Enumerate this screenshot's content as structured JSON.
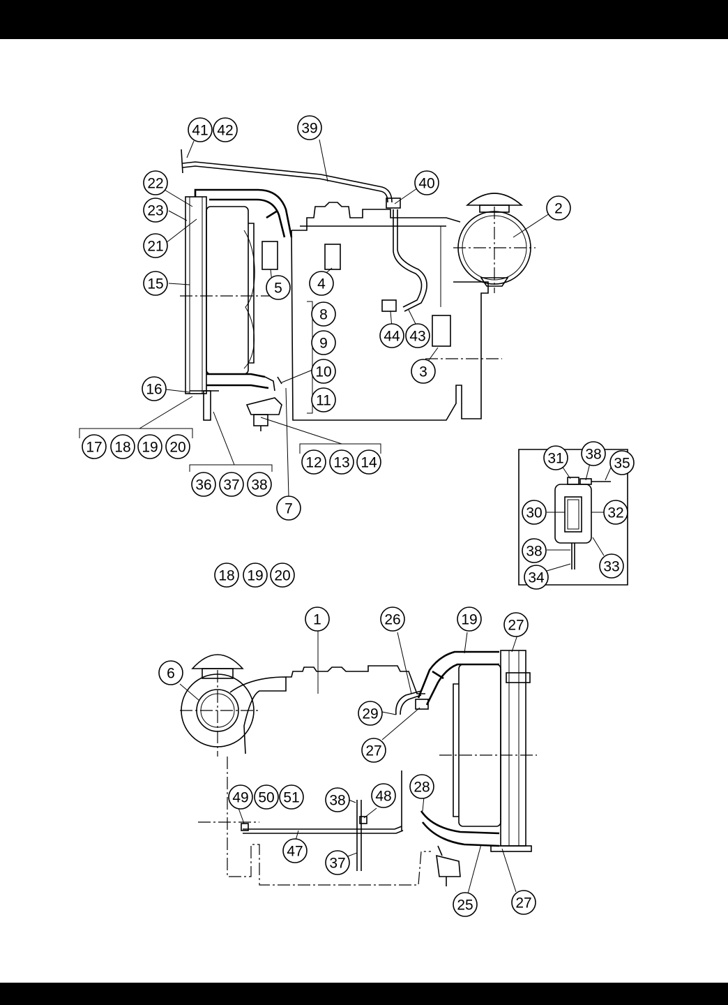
{
  "page": {
    "background": "#ffffff",
    "bar_color": "#000000"
  },
  "diagram": {
    "callouts": [
      {
        "id": "c41",
        "label": "41"
      },
      {
        "id": "c42",
        "label": "42"
      },
      {
        "id": "c39",
        "label": "39"
      },
      {
        "id": "c22",
        "label": "22"
      },
      {
        "id": "c40",
        "label": "40"
      },
      {
        "id": "c2",
        "label": "2"
      },
      {
        "id": "c23",
        "label": "23"
      },
      {
        "id": "c21",
        "label": "21"
      },
      {
        "id": "c15",
        "label": "15"
      },
      {
        "id": "c5",
        "label": "5"
      },
      {
        "id": "c4",
        "label": "4"
      },
      {
        "id": "c8",
        "label": "8"
      },
      {
        "id": "c9",
        "label": "9"
      },
      {
        "id": "c10",
        "label": "10"
      },
      {
        "id": "c11",
        "label": "11"
      },
      {
        "id": "c44",
        "label": "44"
      },
      {
        "id": "c43",
        "label": "43"
      },
      {
        "id": "c3",
        "label": "3"
      },
      {
        "id": "c16",
        "label": "16"
      },
      {
        "id": "c17",
        "label": "17"
      },
      {
        "id": "c18a",
        "label": "18"
      },
      {
        "id": "c19a",
        "label": "19"
      },
      {
        "id": "c20a",
        "label": "20"
      },
      {
        "id": "c12",
        "label": "12"
      },
      {
        "id": "c13",
        "label": "13"
      },
      {
        "id": "c14",
        "label": "14"
      },
      {
        "id": "c36",
        "label": "36"
      },
      {
        "id": "c37a",
        "label": "37"
      },
      {
        "id": "c38a",
        "label": "38"
      },
      {
        "id": "c7",
        "label": "7"
      },
      {
        "id": "c31",
        "label": "31"
      },
      {
        "id": "c38b",
        "label": "38"
      },
      {
        "id": "c35",
        "label": "35"
      },
      {
        "id": "c30",
        "label": "30"
      },
      {
        "id": "c32",
        "label": "32"
      },
      {
        "id": "c38c",
        "label": "38"
      },
      {
        "id": "c33",
        "label": "33"
      },
      {
        "id": "c34",
        "label": "34"
      },
      {
        "id": "c18b",
        "label": "18"
      },
      {
        "id": "c19b",
        "label": "19"
      },
      {
        "id": "c20b",
        "label": "20"
      },
      {
        "id": "c1",
        "label": "1"
      },
      {
        "id": "c26",
        "label": "26"
      },
      {
        "id": "c19c",
        "label": "19"
      },
      {
        "id": "c27a",
        "label": "27"
      },
      {
        "id": "c6",
        "label": "6"
      },
      {
        "id": "c29",
        "label": "29"
      },
      {
        "id": "c27b",
        "label": "27"
      },
      {
        "id": "c28",
        "label": "28"
      },
      {
        "id": "c49",
        "label": "49"
      },
      {
        "id": "c50",
        "label": "50"
      },
      {
        "id": "c51",
        "label": "51"
      },
      {
        "id": "c38d",
        "label": "38"
      },
      {
        "id": "c48",
        "label": "48"
      },
      {
        "id": "c47",
        "label": "47"
      },
      {
        "id": "c37b",
        "label": "37"
      },
      {
        "id": "c25",
        "label": "25"
      },
      {
        "id": "c27c",
        "label": "27"
      }
    ]
  }
}
